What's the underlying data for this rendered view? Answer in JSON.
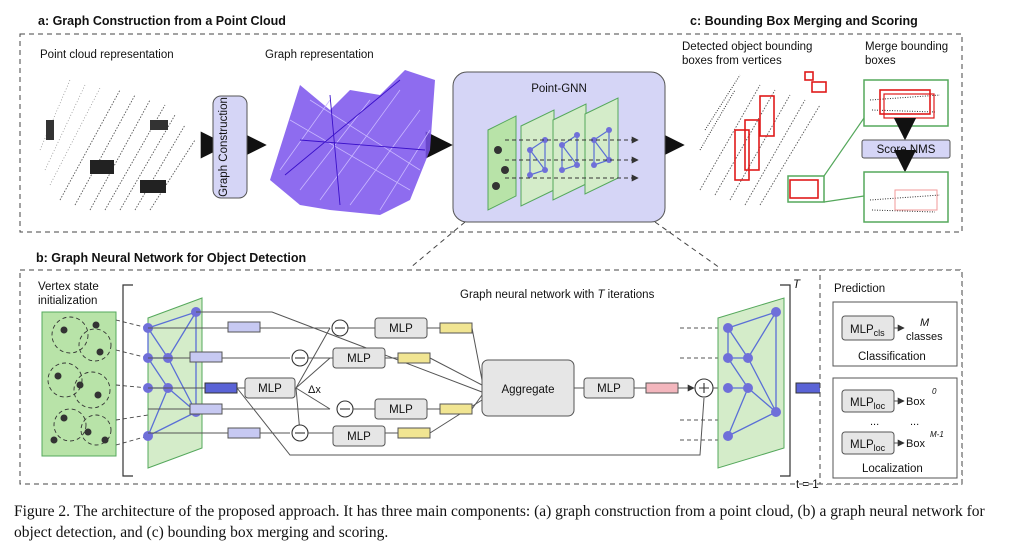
{
  "panel_a": {
    "title": "a: Graph Construction from a Point Cloud",
    "point_cloud_label": "Point cloud representation",
    "graph_label": "Graph representation",
    "construction_box": "Graph Construction"
  },
  "point_gnn": {
    "title": "Point-GNN"
  },
  "panel_c": {
    "title": "c: Bounding Box Merging and Scoring",
    "detected_label": "Detected object bounding boxes from vertices",
    "merge_label": "Merge bounding boxes",
    "score_nms": "Score NMS"
  },
  "panel_b": {
    "title": "b: Graph Neural Network for Object Detection",
    "vertex_state": "Vertex state initialization",
    "gnn_label": "Graph neural network with T iterations",
    "t_top": "T",
    "t_bottom": "t = 1",
    "mlp": "MLP",
    "delta_x": "Δx",
    "aggregate": "Aggregate",
    "prediction": "Prediction",
    "mlp_cls_main": "MLP",
    "mlp_cls_sub": "cls",
    "m_classes_m": "M",
    "m_classes_text": "classes",
    "classification": "Classification",
    "mlp_loc_main": "MLP",
    "mlp_loc_sub": "loc",
    "box_0": "Box",
    "box_0_sup": "0",
    "box_m": "Box",
    "box_m_sup": "M-1",
    "ellipsis": "...",
    "localization": "Localization"
  },
  "caption": "Figure 2. The architecture of the proposed approach. It has three main components: (a) graph construction from a point cloud, (b) a graph neural network for object detection, and (c) bounding box merging and scoring.",
  "colors": {
    "green_fill": "#d4ecc9",
    "green_stroke": "#55a85c",
    "node_blue": "#6f6fd9",
    "edge_blue": "#5a6fd6",
    "gnn_box": "#d5d5f6",
    "purple_cloud": "#5b2ee6",
    "red_box": "#e01a1a"
  }
}
